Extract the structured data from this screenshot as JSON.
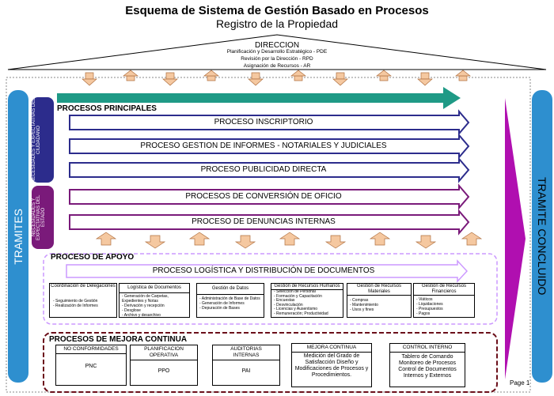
{
  "title": "Esquema de Sistema de Gestión Basado en Procesos",
  "subtitle": "Registro de la Propiedad",
  "direccion": {
    "title": "DIRECCION",
    "lines": [
      "Planificación y Desarrollo Estratégico - PDE",
      "Revisión por la Dirección - RPD",
      "Asignación de Recursos - AR"
    ]
  },
  "left_label": "TRAMITES",
  "right_label": "TRAMITE CONCLUIDO",
  "ciudadano_label": "NECESIDADES Y EXPECTATIVAS DEL CIUDADANO",
  "estado_label": "NECESIDADES Y EXPECTATIVAS DEL ESTADO",
  "principales": {
    "label": "PROCESOS PRINCIPALES",
    "items": [
      "PROCESO INSCRIPTORIO",
      "PROCESO GESTION DE INFORMES - NOTARIALES Y JUDICIALES",
      "PROCESO PUBLICIDAD DIRECTA",
      "PROCESOS DE CONVERSIÓN DE OFICIO",
      "PROCESO DE DENUNCIAS INTERNAS"
    ]
  },
  "apoyo": {
    "label": "PROCESO DE APOYO",
    "logistica": "PROCESO LOGÍSTICA Y DISTRIBUCIÓN DE DOCUMENTOS",
    "boxes": [
      {
        "title": "Coordinación de Delegaciones",
        "items": [
          "- Seguimiento de Gestión",
          "- Realización de Informes"
        ]
      },
      {
        "title": "Logística de Documentos",
        "items": [
          "- Generación de Carpetas, Expedientes y Notas",
          "- Derivación y recepción",
          "- Desglose",
          "- Archivo y desarchivo"
        ]
      },
      {
        "title": "Gestión de Datos",
        "items": [
          "- Administración de Base de Datos",
          "- Generación de Informes",
          "- Depuración de Bases"
        ]
      },
      {
        "title": "Gestión de Recursos Humanos",
        "items": [
          "- Selección de Personal",
          "- Formación y Capacitación",
          "- Encuestas",
          "- Desvinculación",
          "- Licencias y Ausentismo",
          "- Remuneración; Productividad"
        ]
      },
      {
        "title": "Gestión de Recursos Materiales",
        "items": [
          "- Compras",
          "- Mantenimiento",
          "- Usos y fines"
        ]
      },
      {
        "title": "Gestión de Recursos Financieros",
        "items": [
          "- Viáticos",
          "- Liquidaciones",
          "- Presupuestos",
          "- Pagos"
        ]
      }
    ]
  },
  "mejora": {
    "label": "PROCESOS DE MEJORA CONTINUA",
    "boxes": [
      {
        "title": "NO CONFORMIDADES",
        "body": "PNC"
      },
      {
        "title": "PLANIFICACION OPERATIVA",
        "body": "PPO"
      },
      {
        "title": "AUDITORIAS INTERNAS",
        "body": "PAI"
      },
      {
        "title": "MEJORA CONTINUA",
        "body": "Medición del Grado de Satisfacción Diseño y Modificaciones de Procesos y Procedimientos."
      },
      {
        "title": "CONTROL INTERNO",
        "body": "Tablero de Comando Monitoreo de Procesos Control de Documentos Internos y Externos"
      }
    ]
  },
  "page_label": "Page 1",
  "colors": {
    "teal": "#1f9a86",
    "navy": "#2c2c8c",
    "purple": "#7a1a7a",
    "magenta": "#b00fb0",
    "blue": "#2e8fcf",
    "orange": "#f5c8a0",
    "lavender": "#cc99ff",
    "maroon": "#6b0f1a"
  }
}
